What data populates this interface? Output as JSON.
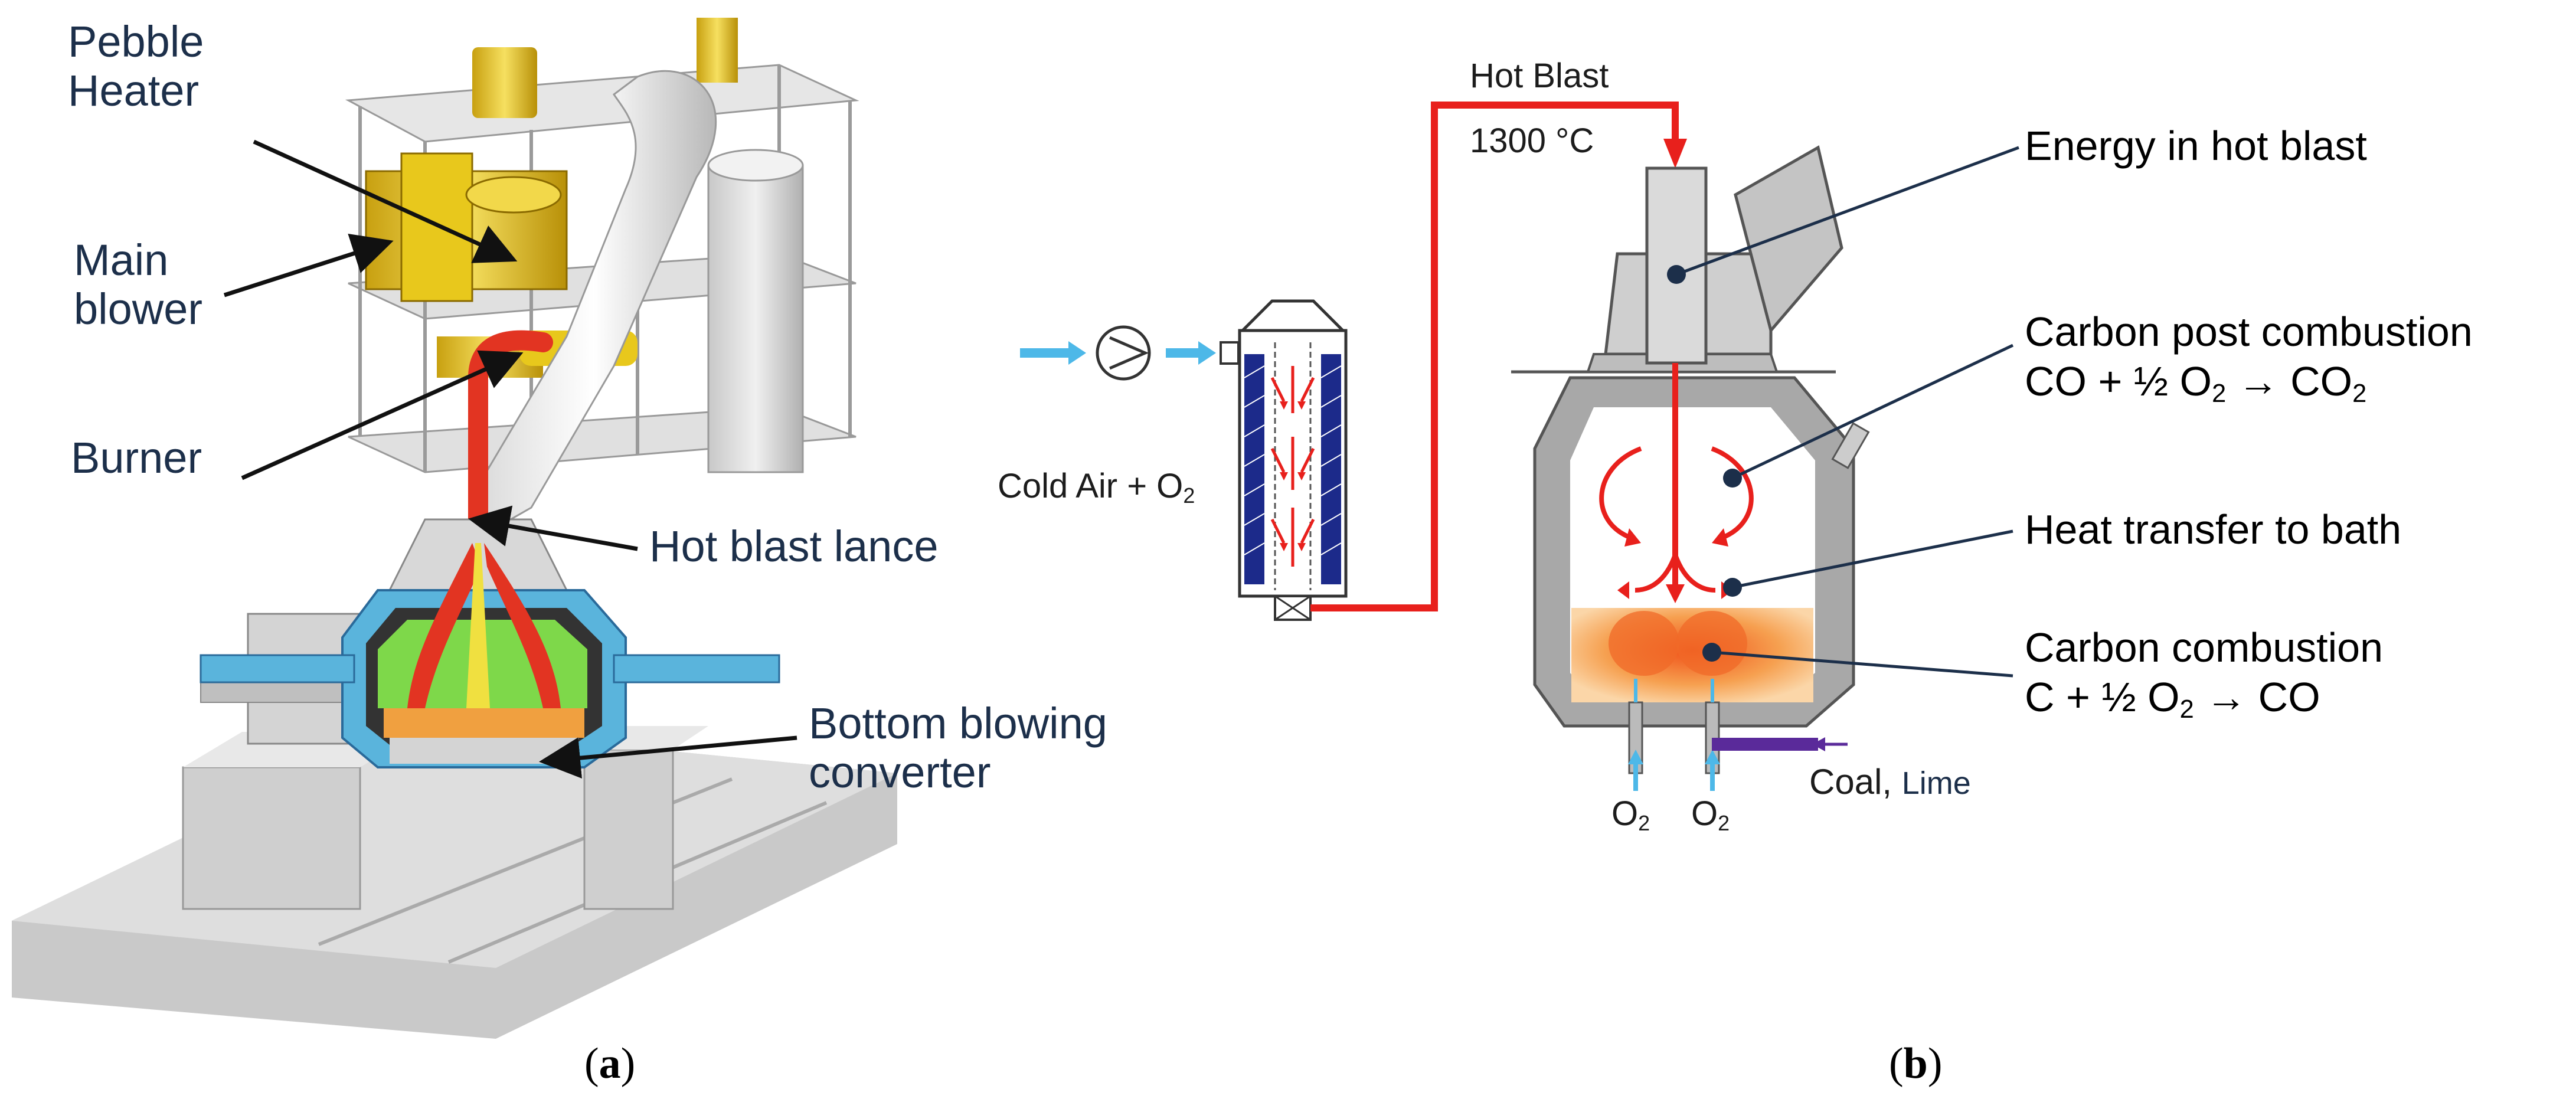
{
  "panel_a": {
    "labels": {
      "pebble_heater_l1": "Pebble",
      "pebble_heater_l2": "Heater",
      "main_blower_l1": "Main",
      "main_blower_l2": "blower",
      "burner": "Burner",
      "hot_blast_lance": "Hot blast lance",
      "bottom_blowing_l1": "Bottom blowing",
      "bottom_blowing_l2": "converter"
    },
    "caption_letter": "a"
  },
  "panel_b": {
    "hot_blast": "Hot Blast",
    "temperature": "1300 °C",
    "cold_air": "Cold Air + O",
    "cold_air_sub": "2",
    "energy_hot_blast": "Energy in hot blast",
    "post_combustion": "Carbon post combustion",
    "post_eq": {
      "a": "CO + ½ O",
      "a_sub": "2",
      "arrow": " → CO",
      "b_sub": "2"
    },
    "heat_transfer": "Heat transfer to bath",
    "carbon_combustion": "Carbon combustion",
    "comb_eq": {
      "a": "C + ½ O",
      "a_sub": "2",
      "b": " → CO"
    },
    "o2_left": "O",
    "o2_left_sub": "2",
    "o2_right": "O",
    "o2_right_sub": "2",
    "coal": "Coal,",
    "lime": "Lime",
    "caption_letter": "b"
  },
  "colors": {
    "hot_blast_red": "#e8201c",
    "label_navy": "#1c2f4a",
    "cold_air_blue": "#4db8e8",
    "vessel_grey": "#a8a8a8",
    "machine_yellow": "#e8c81c",
    "converter_blue": "#5ab4dc",
    "bath_orange": "#f0a040",
    "coal_purple": "#5a2a9a"
  }
}
